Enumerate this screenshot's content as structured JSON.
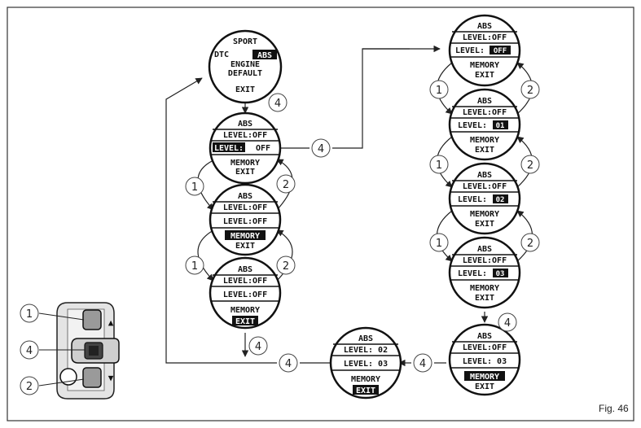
{
  "figure": {
    "label": "Fig. 46"
  },
  "badges": {
    "one": "1",
    "two": "2",
    "four": "4"
  },
  "screens": {
    "main": {
      "l1": "SPORT",
      "l2a": "DTC",
      "l2b": "ABS",
      "l3": "ENGINE",
      "l4": "DEFAULT",
      "l5": "EXIT"
    },
    "abs1": {
      "l1": "ABS",
      "l2": "LEVEL:OFF",
      "l3a": "LEVEL:",
      "l3b": "OFF",
      "l4": "MEMORY",
      "l5": "EXIT"
    },
    "abs2": {
      "l1": "ABS",
      "l2": "LEVEL:OFF",
      "l3": "LEVEL:OFF",
      "l4": "MEMORY",
      "l5": "EXIT"
    },
    "abs3": {
      "l1": "ABS",
      "l2": "LEVEL:OFF",
      "l3": "LEVEL:OFF",
      "l4": "MEMORY",
      "l5": "EXIT"
    },
    "r1": {
      "l1": "ABS",
      "l2": "LEVEL:OFF",
      "l3a": "LEVEL:",
      "l3b": "OFF",
      "l4": "MEMORY",
      "l5": "EXIT"
    },
    "r2": {
      "l1": "ABS",
      "l2": "LEVEL:OFF",
      "l3a": "LEVEL:",
      "l3b": "01",
      "l4": "MEMORY",
      "l5": "EXIT"
    },
    "r3": {
      "l1": "ABS",
      "l2": "LEVEL:OFF",
      "l3a": "LEVEL:",
      "l3b": "02",
      "l4": "MEMORY",
      "l5": "EXIT"
    },
    "r4": {
      "l1": "ABS",
      "l2": "LEVEL:OFF",
      "l3a": "LEVEL:",
      "l3b": "03",
      "l4": "MEMORY",
      "l5": "EXIT"
    },
    "r5": {
      "l1": "ABS",
      "l2": "LEVEL:OFF",
      "l3": "LEVEL: 03",
      "l4": "MEMORY",
      "l5": "EXIT"
    },
    "b1": {
      "l1": "ABS",
      "l2": "LEVEL: 02",
      "l3": "LEVEL: 03",
      "l4": "MEMORY",
      "l5": "EXIT"
    }
  },
  "colors": {
    "line": "#222222",
    "frame": "#333333",
    "highlight": "#111111",
    "switch_body": "#cfcfcf",
    "switch_button": "#9a9a9a"
  },
  "icons": {
    "up": "▲",
    "down": "▼"
  }
}
